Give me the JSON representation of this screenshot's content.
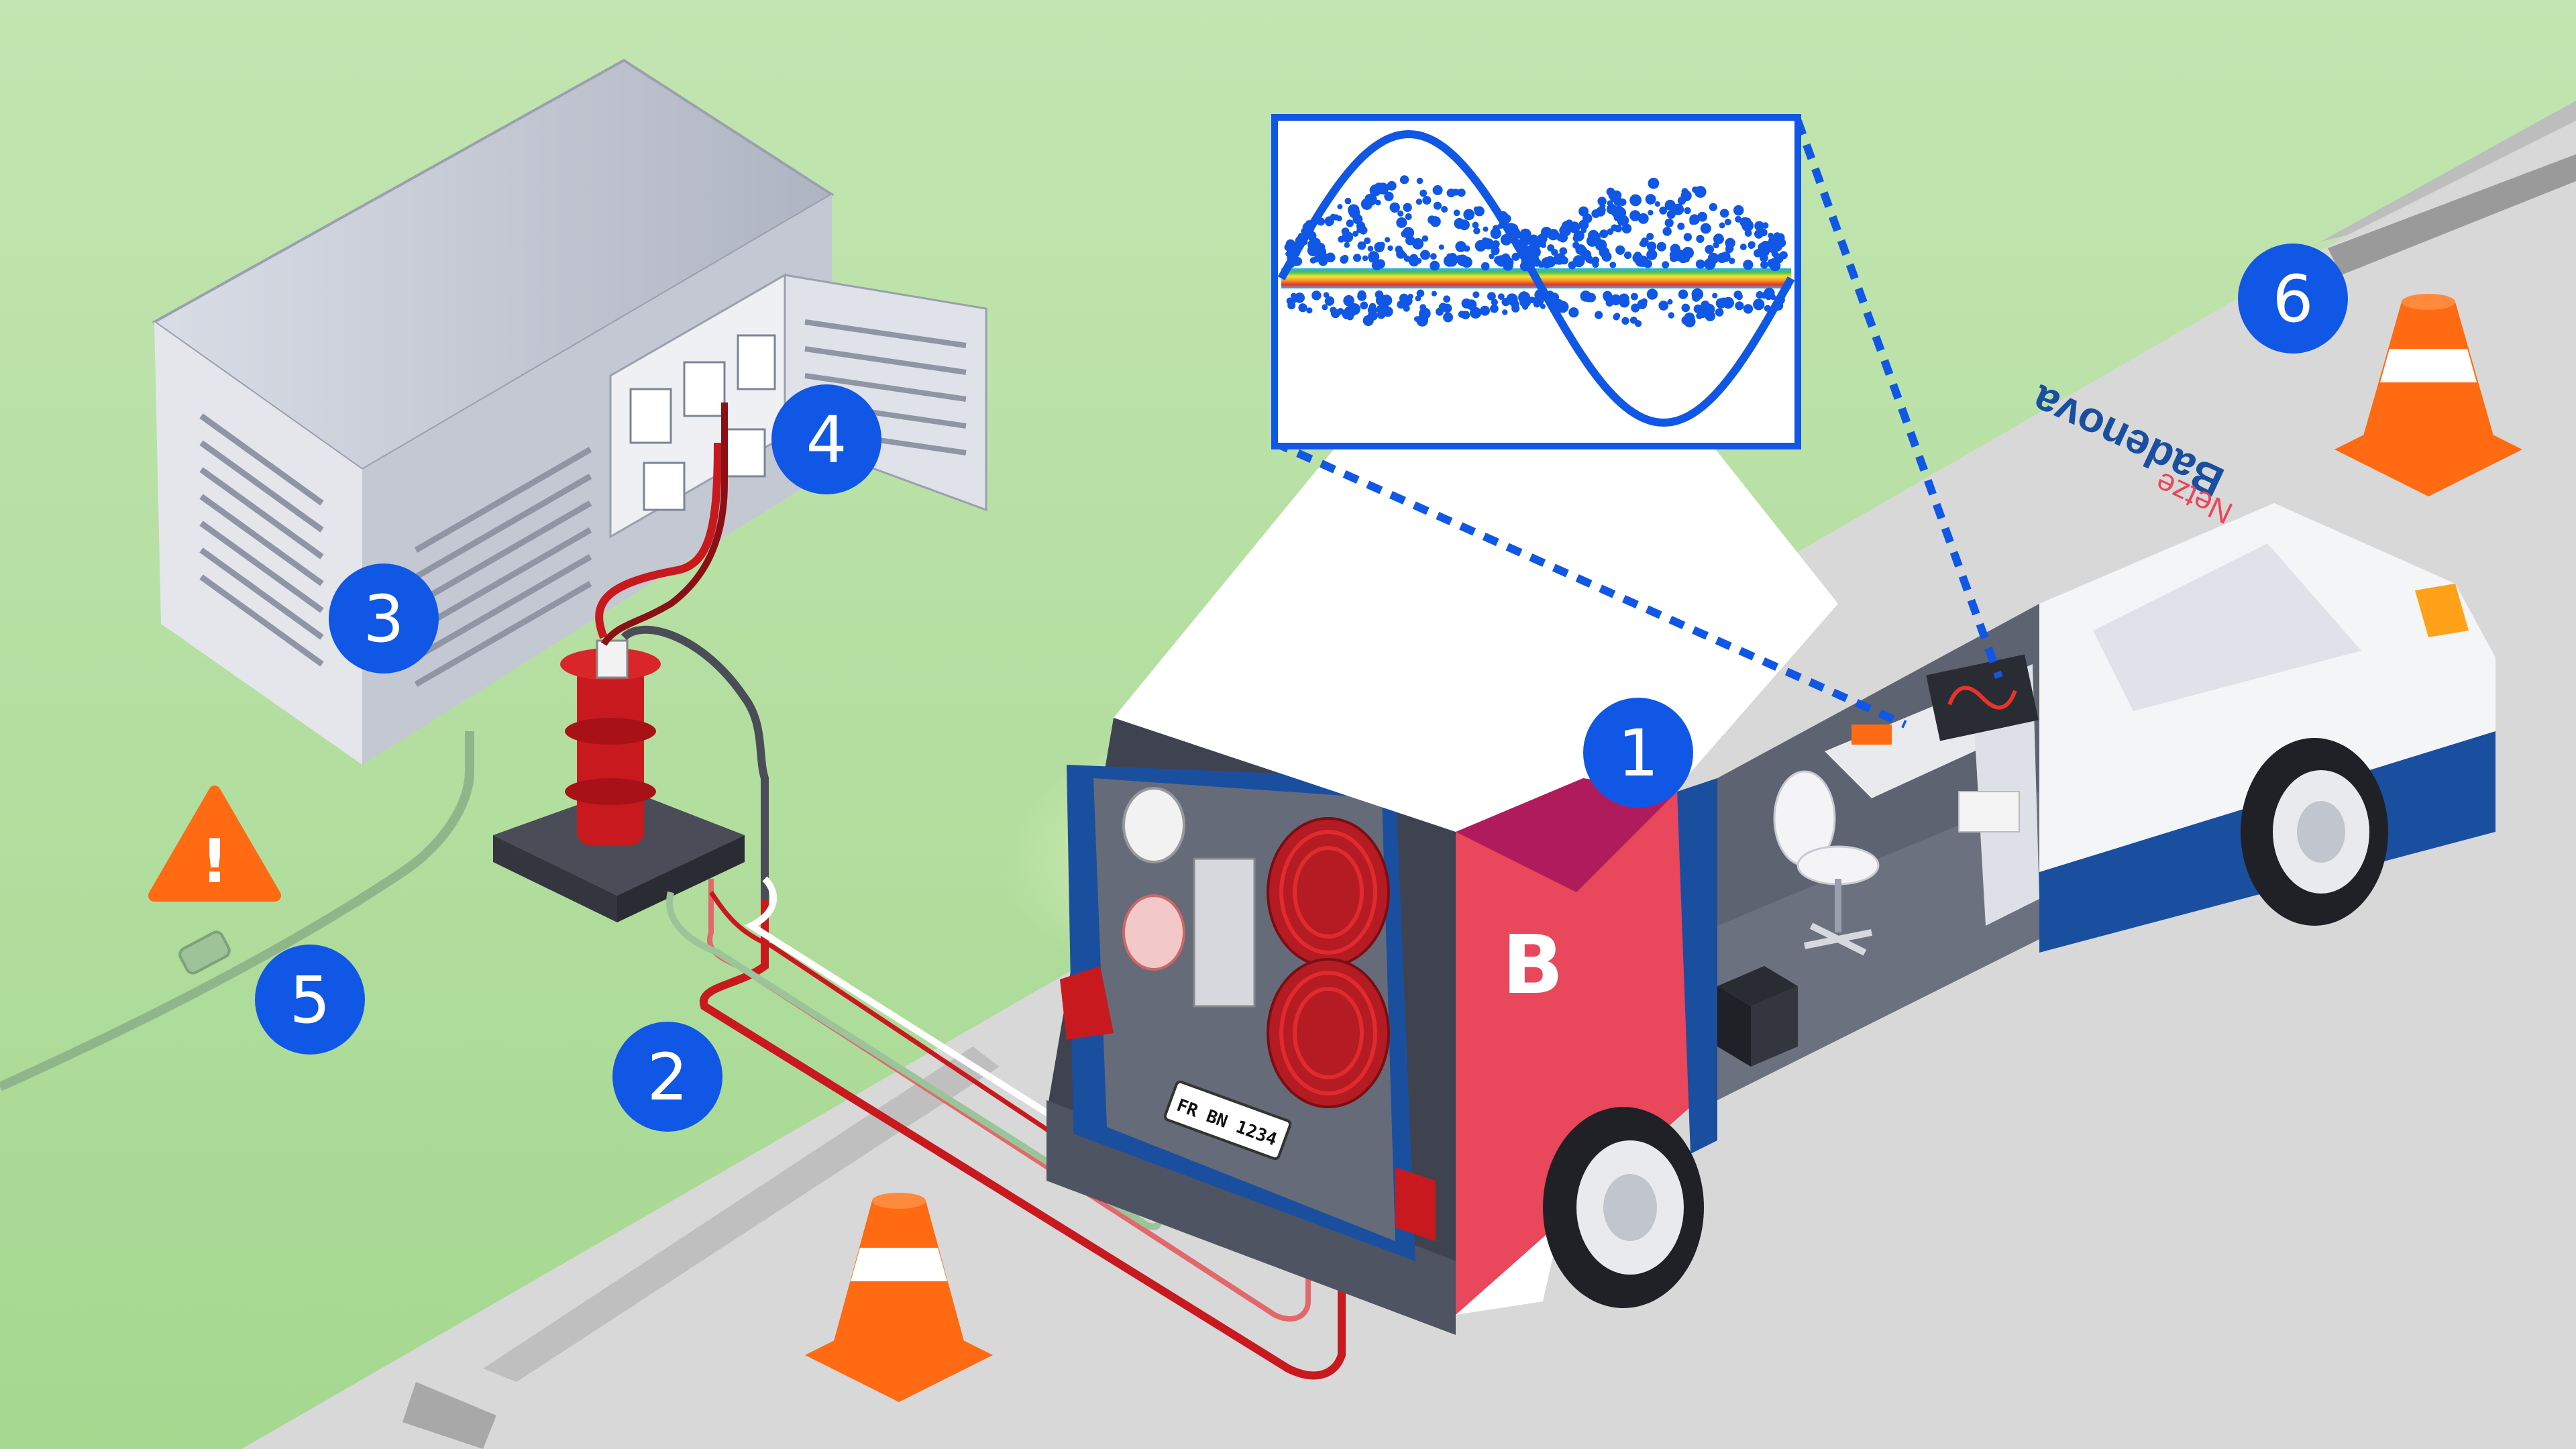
{
  "diagram": {
    "badges": [
      {
        "id": "1",
        "label": "1",
        "meaning": "measurement van"
      },
      {
        "id": "2",
        "label": "2",
        "meaning": "test cables"
      },
      {
        "id": "3",
        "label": "3",
        "meaning": "substation cabinet"
      },
      {
        "id": "4",
        "label": "4",
        "meaning": "cable connection point"
      },
      {
        "id": "5",
        "label": "5",
        "meaning": "underground cable joint"
      },
      {
        "id": "6",
        "label": "6",
        "meaning": "traffic cone"
      }
    ],
    "van": {
      "brand": "Badenova",
      "brand_sub": "Netze",
      "license_plate": "FR BN 1234",
      "logo": "B"
    },
    "warning": {
      "symbol": "!"
    },
    "colors": {
      "grass": "#c9e6b6",
      "road": "#c8c8c8",
      "badge": "#1057e6",
      "cable_red": "#c8191e",
      "van_red": "#e8475c",
      "van_blue": "#1a4fa0",
      "cone_orange": "#ff6a13",
      "scope_trace": "#1057e6"
    },
    "icons": [
      "warning-triangle-icon",
      "traffic-cone-icon",
      "oscilloscope-icon"
    ]
  }
}
